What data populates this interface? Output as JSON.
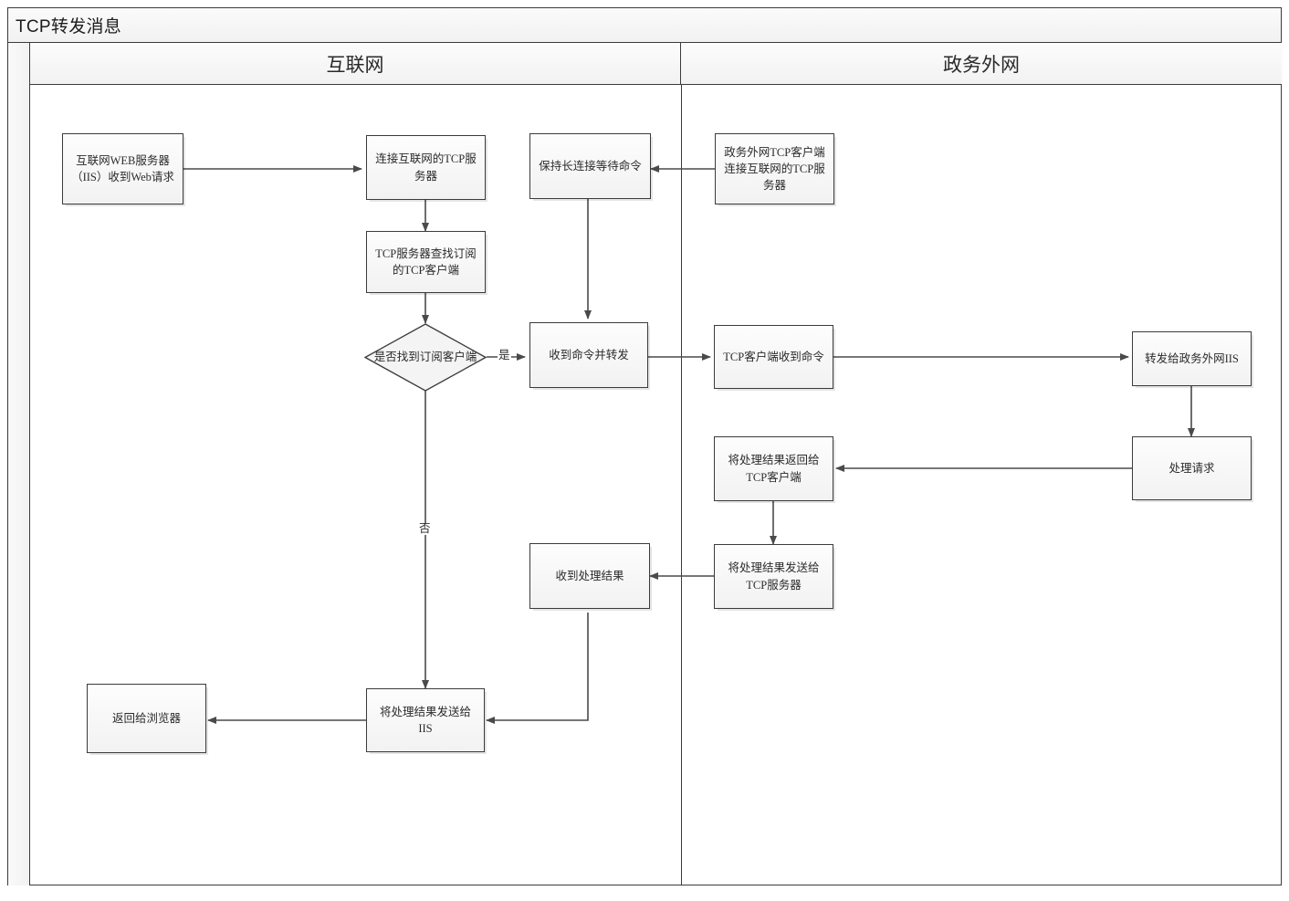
{
  "diagram": {
    "title": "TCP转发消息",
    "type": "flowchart-swimlane",
    "lanes": [
      {
        "id": "lane-internet",
        "label": "互联网"
      },
      {
        "id": "lane-govnet",
        "label": "政务外网"
      }
    ],
    "nodes": [
      {
        "id": "n1",
        "lane": "lane-internet",
        "shape": "process",
        "label": "互联网WEB服务器（IIS）收到Web请求"
      },
      {
        "id": "n2",
        "lane": "lane-internet",
        "shape": "process",
        "label": "连接互联网的TCP服务器"
      },
      {
        "id": "n3",
        "lane": "lane-internet",
        "shape": "process",
        "label": "TCP服务器查找订阅的TCP客户端"
      },
      {
        "id": "n4",
        "lane": "lane-internet",
        "shape": "decision",
        "label": "是否找到订阅客户端"
      },
      {
        "id": "n5",
        "lane": "lane-internet",
        "shape": "process",
        "label": "保持长连接等待命令"
      },
      {
        "id": "n6",
        "lane": "lane-internet",
        "shape": "process",
        "label": "收到命令并转发"
      },
      {
        "id": "n7",
        "lane": "lane-internet",
        "shape": "process",
        "label": "收到处理结果"
      },
      {
        "id": "n8",
        "lane": "lane-internet",
        "shape": "process",
        "label": "将处理结果发送给IIS"
      },
      {
        "id": "n9",
        "lane": "lane-internet",
        "shape": "process",
        "label": "返回给浏览器"
      },
      {
        "id": "n10",
        "lane": "lane-govnet",
        "shape": "process",
        "label": "政务外网TCP客户端连接互联网的TCP服务器"
      },
      {
        "id": "n11",
        "lane": "lane-govnet",
        "shape": "process",
        "label": "TCP客户端收到命令"
      },
      {
        "id": "n12",
        "lane": "lane-govnet",
        "shape": "process",
        "label": "转发给政务外网IIS"
      },
      {
        "id": "n13",
        "lane": "lane-govnet",
        "shape": "process",
        "label": "处理请求"
      },
      {
        "id": "n14",
        "lane": "lane-govnet",
        "shape": "process",
        "label": "将处理结果返回给TCP客户端"
      },
      {
        "id": "n15",
        "lane": "lane-govnet",
        "shape": "process",
        "label": "将处理结果发送给TCP服务器"
      }
    ],
    "edges": [
      {
        "from": "n1",
        "to": "n2",
        "label": ""
      },
      {
        "from": "n2",
        "to": "n3",
        "label": ""
      },
      {
        "from": "n3",
        "to": "n4",
        "label": ""
      },
      {
        "from": "n4",
        "to": "n6",
        "label": "是"
      },
      {
        "from": "n4",
        "to": "n8",
        "label": "否"
      },
      {
        "from": "n10",
        "to": "n5",
        "label": ""
      },
      {
        "from": "n5",
        "to": "n6",
        "label": ""
      },
      {
        "from": "n6",
        "to": "n11",
        "label": ""
      },
      {
        "from": "n11",
        "to": "n12",
        "label": ""
      },
      {
        "from": "n12",
        "to": "n13",
        "label": ""
      },
      {
        "from": "n13",
        "to": "n14",
        "label": ""
      },
      {
        "from": "n14",
        "to": "n15",
        "label": ""
      },
      {
        "from": "n15",
        "to": "n7",
        "label": ""
      },
      {
        "from": "n7",
        "to": "n8",
        "label": ""
      },
      {
        "from": "n8",
        "to": "n9",
        "label": ""
      }
    ],
    "edge_labels": {
      "yes": "是",
      "no": "否"
    }
  }
}
